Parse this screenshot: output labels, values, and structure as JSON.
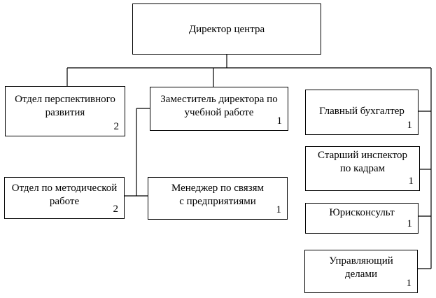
{
  "nodes": {
    "director": {
      "title": "Директор центра"
    },
    "perspective": {
      "title": "Отдел перспективного\nразвития",
      "count": "2"
    },
    "deputy": {
      "title": "Заместитель директора по\nучебной работе",
      "count": "1"
    },
    "accountant": {
      "title": "Главный бухгалтер",
      "count": "1"
    },
    "hr": {
      "title": "Старший инспектор\nпо кадрам",
      "count": "1"
    },
    "methodical": {
      "title": "Отдел по методической\nработе",
      "count": "2"
    },
    "manager": {
      "title": "Менеджер по связям\nс предприятиями",
      "count": "1"
    },
    "lawyer": {
      "title": "Юрисконсульт",
      "count": "1"
    },
    "affairs": {
      "title": "Управляющий\nделами",
      "count": "1"
    }
  }
}
